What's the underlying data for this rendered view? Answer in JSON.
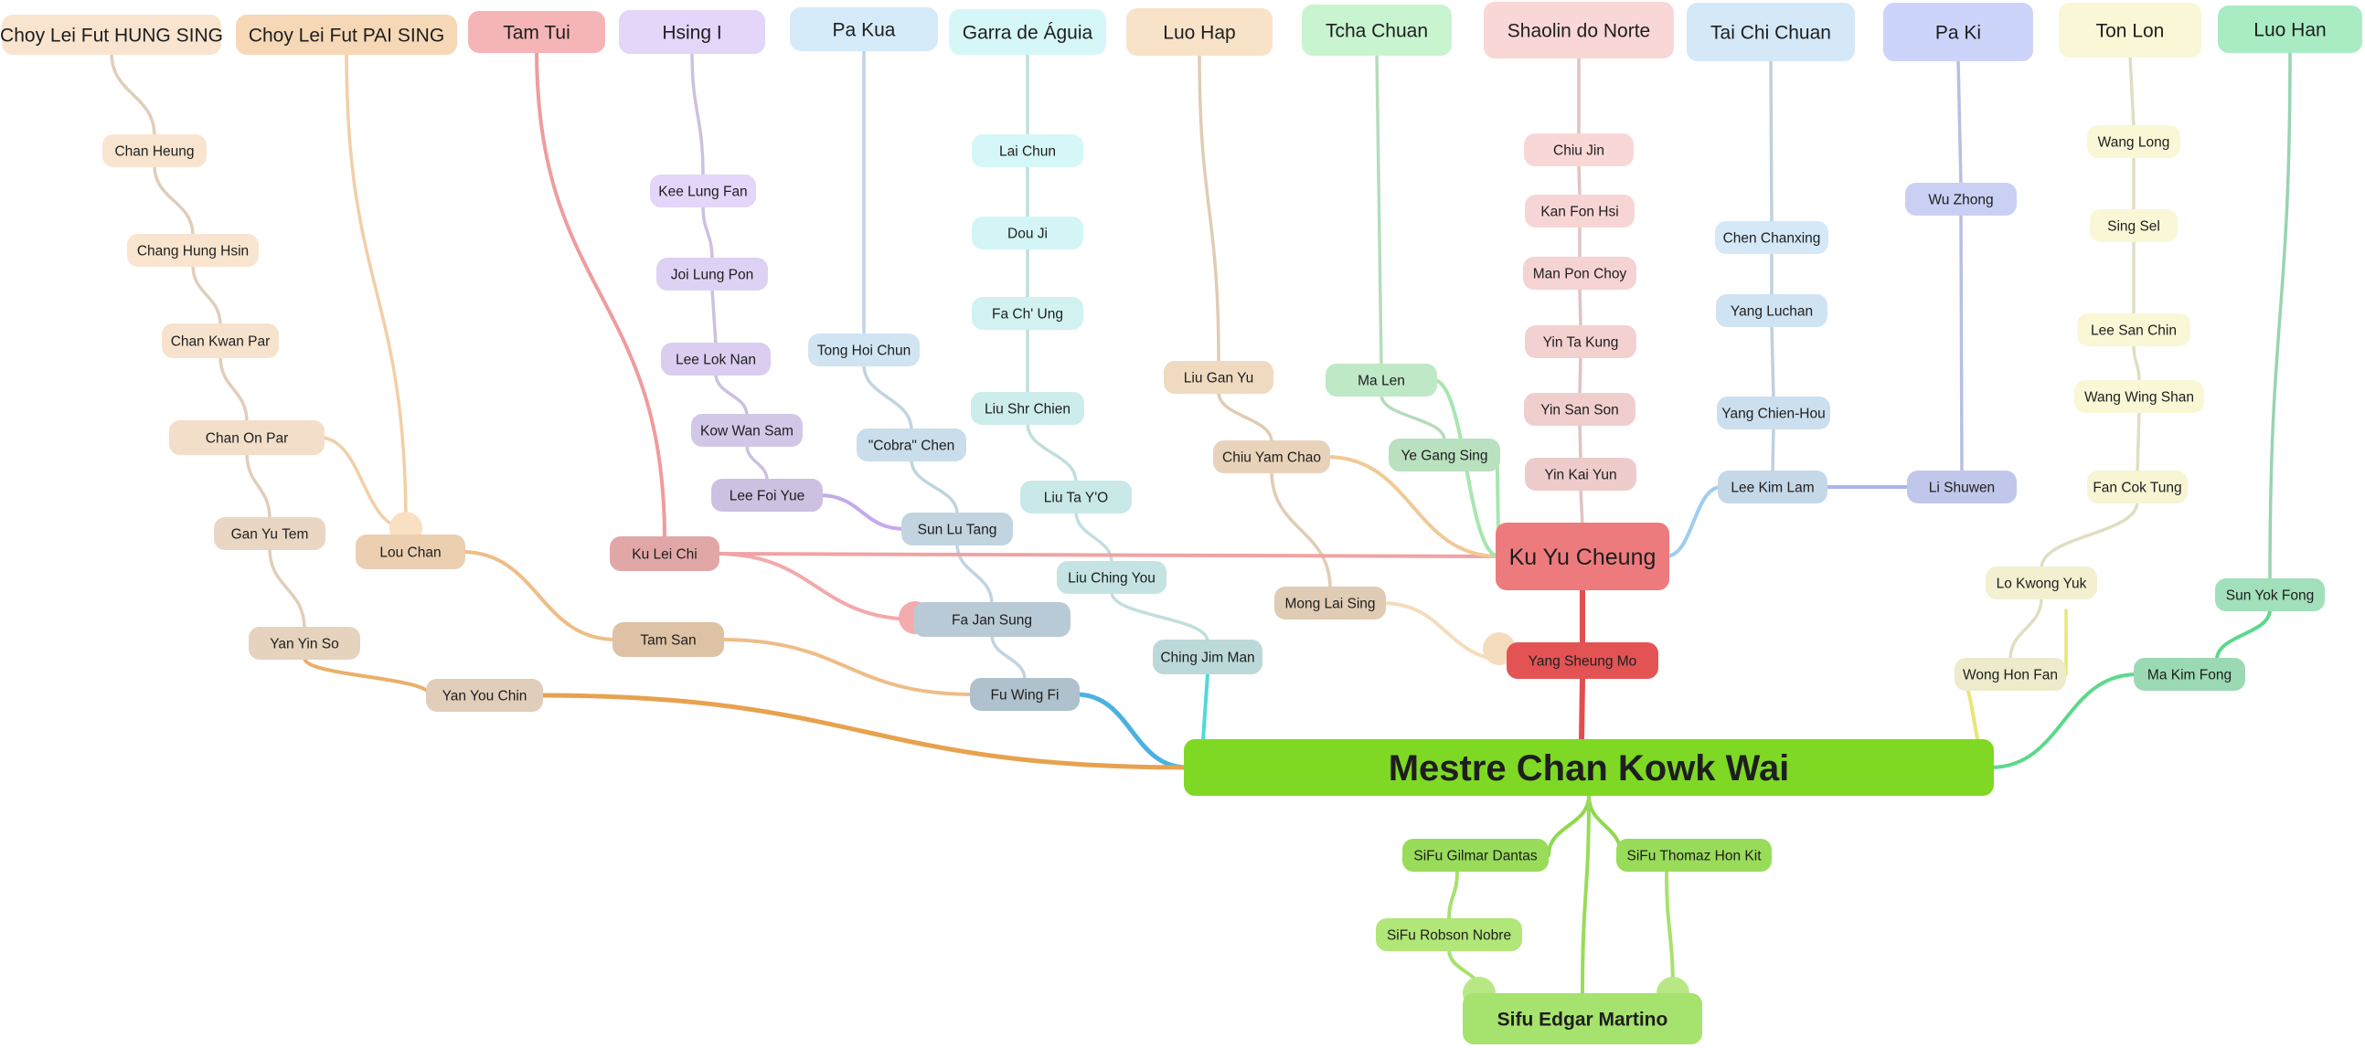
{
  "colors": {
    "background": "#ffffff",
    "text": "#1e1e1e",
    "root_fill": "#7fd924",
    "sub_root_fill": "#ed7b7d",
    "sub_root_link": "#e24e50"
  },
  "roots": {
    "master": "Mestre Chan Kowk Wai",
    "ku_yu_cheung": "Ku Yu Cheung",
    "edgar": "Sifu Edgar Martino"
  },
  "branches": [
    {
      "id": "choy_hung",
      "name": "Choy Lei Fut HUNG SING",
      "color": "#f9e5cf",
      "members": [
        "Chan Heung",
        "Chang Hung Hsin",
        "Chan Kwan Par",
        "Chan On Par",
        "Gan Yu Tem",
        "Yan Yin So",
        "Yan You Chin"
      ]
    },
    {
      "id": "choy_pai",
      "name": "Choy Lei Fut PAI SING",
      "color": "#f6d8b7",
      "members": [
        "Lou Chan",
        "Tam San"
      ]
    },
    {
      "id": "tam_tui",
      "name": "Tam Tui",
      "color": "#f5b5b6",
      "members": [
        "Ku Lei Chi"
      ]
    },
    {
      "id": "hsing_i",
      "name": "Hsing I",
      "color": "#e3d6f9",
      "members": [
        "Kee Lung Fan",
        "Joi Lung Pon",
        "Lee Lok Nan",
        "Kow Wan Sam",
        "Lee Foi Yue"
      ]
    },
    {
      "id": "pa_kua",
      "name": "Pa Kua",
      "color": "#d6ebf9",
      "members": [
        "Tong Hoi Chun",
        "\"Cobra\" Chen",
        "Sun Lu Tang",
        "Fa Jan Sung",
        "Fu Wing Fi"
      ]
    },
    {
      "id": "garra",
      "name": "Garra de Águia",
      "color": "#d6f7f7",
      "members": [
        "Lai Chun",
        "Dou Ji",
        "Fa Ch' Ung",
        "Liu Shr Chien",
        "Liu Ta Y'O",
        "Liu Ching You",
        "Ching Jim Man"
      ]
    },
    {
      "id": "luo_hap",
      "name": "Luo Hap",
      "color": "#f9e3c8",
      "members": [
        "Liu Gan Yu",
        "Chiu Yam Chao",
        "Mong Lai Sing"
      ]
    },
    {
      "id": "tcha_chuan",
      "name": "Tcha Chuan",
      "color": "#c9f4d0",
      "members": [
        "Ma Len",
        "Ye Gang Sing"
      ]
    },
    {
      "id": "shaolin",
      "name": "Shaolin do Norte",
      "color": "#fad7d7",
      "members": [
        "Chiu Jin",
        "Kan Fon Hsi",
        "Man Pon Choy",
        "Yin Ta Kung",
        "Yin San Son",
        "Yin Kai Yun"
      ]
    },
    {
      "id": "tai_chi",
      "name": "Tai Chi Chuan",
      "color": "#d4e8f8",
      "members": [
        "Chen Chanxing",
        "Yang Luchan",
        "Yang Chien-Hou",
        "Lee Kim Lam"
      ]
    },
    {
      "id": "pa_ki",
      "name": "Pa Ki",
      "color": "#cdd4f9",
      "members": [
        "Wu Zhong",
        "Li Shuwen"
      ]
    },
    {
      "id": "ton_lon",
      "name": "Ton Lon",
      "color": "#f9f7d6",
      "members": [
        "Wang Long",
        "Sing Sel",
        "Lee San Chin",
        "Wang Wing Shan",
        "Fan Cok Tung",
        "Lo Kwong Yuk",
        "Wong Hon Fan"
      ]
    },
    {
      "id": "luo_han",
      "name": "Luo Han",
      "color": "#a9ecc4",
      "members": [
        "Sun Yok Fong",
        "Ma Kim Fong"
      ]
    }
  ],
  "disciples": [
    "SiFu Gilmar Dantas",
    "SiFu Thomaz Hon Kit",
    "SiFu Robson Nobre"
  ],
  "extra_nodes": [
    "Yang Sheung Mo"
  ]
}
